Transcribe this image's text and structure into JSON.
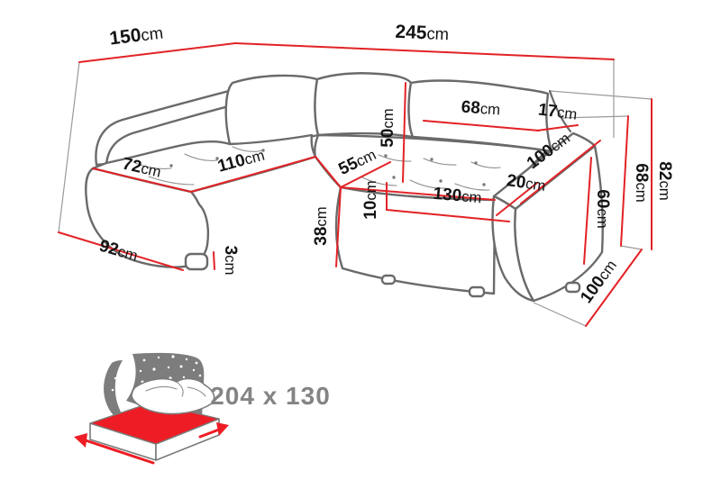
{
  "dims": {
    "d150": {
      "value": "150",
      "unit": "cm"
    },
    "d245": {
      "value": "245",
      "unit": "cm"
    },
    "d82": {
      "value": "82",
      "unit": "cm"
    },
    "d68h": {
      "value": "68",
      "unit": "cm"
    },
    "d60": {
      "value": "60",
      "unit": "cm"
    },
    "d100s": {
      "value": "100",
      "unit": "cm"
    },
    "d100a": {
      "value": "100",
      "unit": "cm"
    },
    "d20": {
      "value": "20",
      "unit": "cm"
    },
    "d17": {
      "value": "17",
      "unit": "cm"
    },
    "d68p": {
      "value": "68",
      "unit": "cm"
    },
    "d50": {
      "value": "50",
      "unit": "cm"
    },
    "d55": {
      "value": "55",
      "unit": "cm"
    },
    "d10": {
      "value": "10",
      "unit": "cm"
    },
    "d38": {
      "value": "38",
      "unit": "cm"
    },
    "d130": {
      "value": "130",
      "unit": "cm"
    },
    "d110": {
      "value": "110",
      "unit": "cm"
    },
    "d72": {
      "value": "72",
      "unit": "cm"
    },
    "d92": {
      "value": "92",
      "unit": "cm"
    },
    "d3": {
      "value": "3",
      "unit": "cm"
    }
  },
  "sleeping_function": {
    "size_label": "204 x 130"
  },
  "colors": {
    "dimension_red": "#e22226",
    "outline_gray": "#6a6a6a",
    "icon_gray": "#7d7d7d",
    "bed_red": "#ee1c24",
    "label_black": "#141414",
    "size_text_gray": "#848484"
  }
}
